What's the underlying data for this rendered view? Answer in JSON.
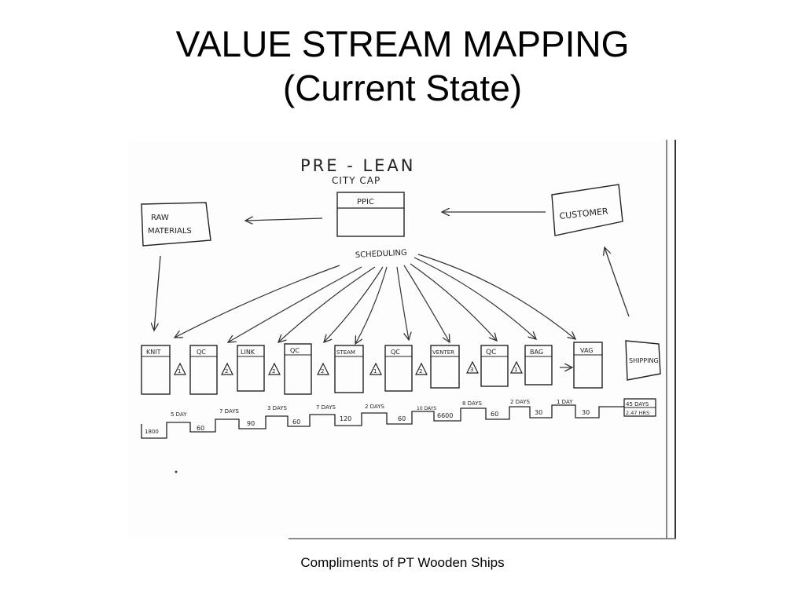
{
  "slide": {
    "title_line1": "VALUE STREAM MAPPING",
    "title_line2": "(Current State)",
    "caption": "Compliments of PT Wooden Ships"
  },
  "map": {
    "heading": "PRE - LEAN",
    "subheading": "CITY CAP",
    "control": "PPIC",
    "scheduling": "SCHEDULING",
    "supplier": [
      "RAW",
      "MATERIALS"
    ],
    "customer": "CUSTOMER",
    "shipping": "SHIPPING",
    "processes": [
      "KNIT",
      "QC",
      "LINK",
      "QC",
      "STEAM",
      "QC",
      "VENTER",
      "QC",
      "BAG",
      "VAG"
    ],
    "inventory_labels": [
      "1",
      "2",
      "2",
      "2",
      "1",
      "2",
      "3",
      "1"
    ],
    "timeline_upper": [
      "5 DAY",
      "7 DAYS",
      "3 DAYS",
      "7 DAYS",
      "2 DAYS",
      "10 DAYS",
      "8 DAYS",
      "2 DAYS",
      "1 DAY"
    ],
    "timeline_lower": [
      "1800",
      "60",
      "90",
      "60",
      "120",
      "60",
      "6600",
      "60",
      "30",
      "30"
    ],
    "totals": [
      "45 DAYS",
      "2.47 HRS"
    ]
  }
}
